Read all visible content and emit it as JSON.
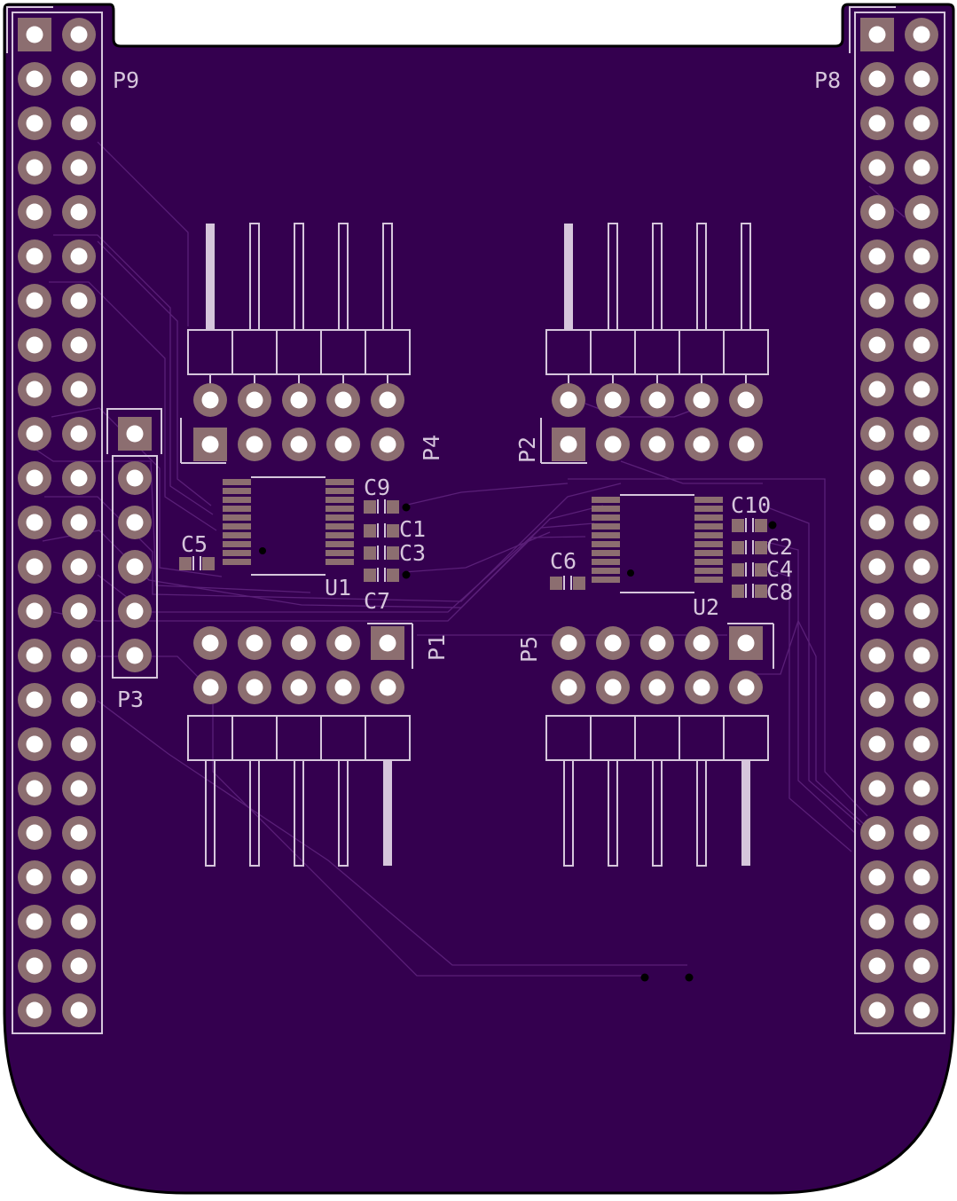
{
  "colors": {
    "board": "#34004f",
    "edge": "#000000",
    "trace": "#5a1f78",
    "silk": "#d6c6dc",
    "pad": "#8c6e70",
    "drill": "#ffffff",
    "via": "#000000"
  },
  "labels": {
    "p9": "P9",
    "p8": "P8",
    "p4": "P4",
    "p2": "P2",
    "p3": "P3",
    "p1": "P1",
    "p5": "P5",
    "u1": "U1",
    "u2": "U2",
    "c1": "C1",
    "c2": "C2",
    "c3": "C3",
    "c4": "C4",
    "c5": "C5",
    "c6": "C6",
    "c7": "C7",
    "c8": "C8",
    "c9": "C9",
    "c10": "C10"
  }
}
